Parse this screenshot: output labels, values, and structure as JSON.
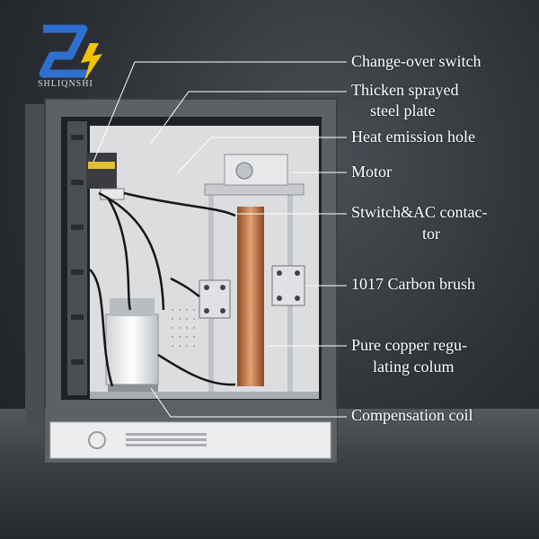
{
  "brand": {
    "logo_text": "SHLIQNSHI"
  },
  "callouts": [
    {
      "id": "change-over-switch",
      "lines": [
        "Change-over switch"
      ]
    },
    {
      "id": "steel-plate",
      "lines": [
        "Thicken sprayed",
        "steel plate"
      ]
    },
    {
      "id": "heat-emission-hole",
      "lines": [
        "Heat emission hole"
      ]
    },
    {
      "id": "motor",
      "lines": [
        "Motor"
      ]
    },
    {
      "id": "switch-ac-contactor",
      "lines": [
        "Stwitch&AC contac-",
        "tor"
      ]
    },
    {
      "id": "carbon-brush",
      "lines": [
        "1017 Carbon brush"
      ]
    },
    {
      "id": "copper-column",
      "lines": [
        "Pure copper regu-",
        "lating colum"
      ]
    },
    {
      "id": "compensation-coil",
      "lines": [
        "Compensation coil"
      ]
    }
  ],
  "colors": {
    "cabinet": "#5a5e63",
    "interior": "#d9dadb",
    "copper": "#c47a4a",
    "logo_blue": "#2f6fd0",
    "logo_yellow": "#f2c400",
    "leader_line": "#ffffff"
  }
}
